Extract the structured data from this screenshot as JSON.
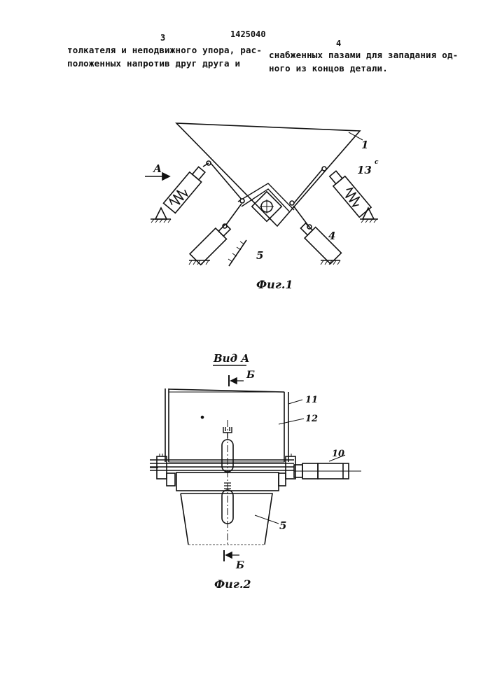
{
  "header": {
    "patent_number": "1425040",
    "left_page": "3",
    "right_page": "4"
  },
  "left_column": {
    "lines": [
      "толкателя и неподвижного упора, рас-",
      "положенных напротив друг друга и"
    ]
  },
  "right_column": {
    "lines": [
      "снабженных пазами для западания од-",
      "ного из концов детали."
    ]
  },
  "figure1": {
    "caption": "Фиг.1",
    "arrow_label": "А",
    "labels": {
      "l1": "1",
      "l13": "13",
      "l4": "4",
      "l5": "5",
      "lc": "c"
    }
  },
  "figure2": {
    "view_title": "Вид А",
    "caption": "Фиг.2",
    "section_top": "Б",
    "section_bottom": "Б",
    "labels": {
      "l11": "11",
      "l12": "12",
      "l10": "10",
      "l5": "5"
    }
  }
}
